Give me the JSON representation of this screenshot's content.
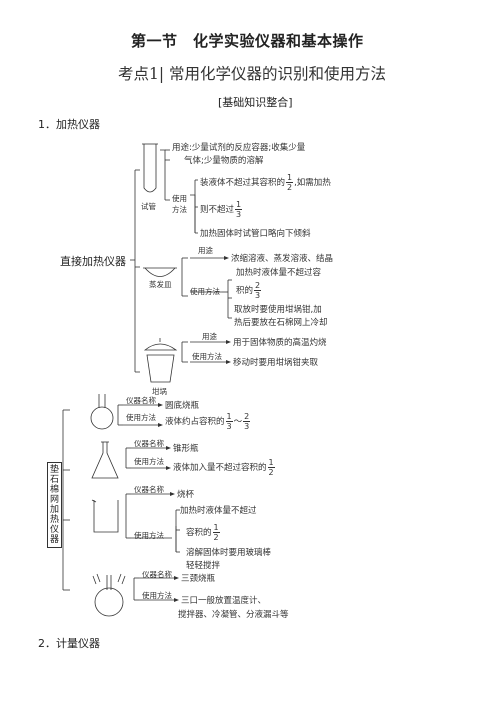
{
  "header": {
    "title": "第一节　化学实验仪器和基本操作",
    "subtitle": "考点1|  常用化学仪器的识别和使用方法",
    "section_tag": "[基础知识整合]"
  },
  "section1": {
    "heading": "1．加热仪器",
    "direct": {
      "label": "直接加热仪器",
      "test_tube": {
        "name": "试管",
        "purpose_line1": "用途:少量试剂的反应容器;收集少量",
        "purpose_line2": "气体;少量物质的溶解",
        "method_label1": "使用",
        "method_label2": "方法",
        "m1_pre": "装液体不超过其容积的",
        "m1_n": "1",
        "m1_d": "2",
        "m1_post": ",如需加热",
        "m2_pre": "则不超过",
        "m2_n": "1",
        "m2_d": "3",
        "m3": "加热固体时试管口略向下倾斜"
      },
      "dish": {
        "name": "蒸发皿",
        "purpose_label": "用途",
        "purpose": "浓缩溶液、蒸发溶液、结晶",
        "method_label": "使用方法",
        "m1": "加热时液体量不超过容",
        "m2_pre": "积的",
        "m2_n": "2",
        "m2_d": "3",
        "m3_line1": "取放时要使用坩埚钳,加",
        "m3_line2": "热后要放在石棉网上冷却"
      },
      "crucible": {
        "name": "坩埚",
        "purpose_label": "用途",
        "purpose": "用于固体物质的高温灼烧",
        "method_label": "使用方法",
        "method": "移动时要用坩埚钳夹取"
      }
    },
    "gauze": {
      "label": "垫石棉网加热仪器",
      "flask": {
        "name_label": "仪器名称",
        "name": "圆底烧瓶",
        "method_label": "使用方法",
        "m_pre": "液体约占容积的",
        "f1_n": "1",
        "f1_d": "3",
        "dash": "～",
        "f2_n": "2",
        "f2_d": "3"
      },
      "conical": {
        "name_label": "仪器名称",
        "name": "锥形瓶",
        "method_label": "使用方法",
        "m_pre": "液体加入量不超过容积的",
        "f_n": "1",
        "f_d": "2"
      },
      "beaker": {
        "name_label": "仪器名称",
        "name": "烧杯",
        "method_label": "使用方法",
        "m1": "加热时液体量不超过",
        "m2_pre": "容积的",
        "f_n": "1",
        "f_d": "2",
        "m3_line1": "溶解固体时要用玻璃棒",
        "m3_line2": "轻轻搅拌"
      },
      "three_neck": {
        "name_label": "仪器名称",
        "name": "三颈烧瓶",
        "method_label": "使用方法",
        "m_line1": "三口一般放置温度计、",
        "m_line2": "搅拌器、冷凝管、分液漏斗等"
      }
    }
  },
  "section2": {
    "heading": "2．计量仪器"
  }
}
